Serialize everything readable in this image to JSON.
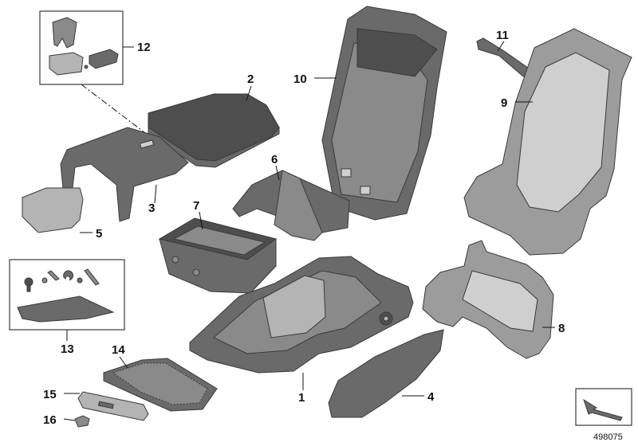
{
  "diagram": {
    "part_labels": {
      "p1": "1",
      "p2": "2",
      "p3": "3",
      "p4": "4",
      "p5": "5",
      "p6": "6",
      "p7": "7",
      "p8": "8",
      "p9": "9",
      "p10": "10",
      "p11": "11",
      "p12": "12",
      "p13": "13",
      "p14": "14",
      "p15": "15",
      "p16": "16"
    },
    "document_number": "498075",
    "colors": {
      "part_dark": "#6a6a6a",
      "part_mid": "#8a8a8a",
      "part_light": "#b4b4b4",
      "outline": "#3a3a3a"
    }
  }
}
